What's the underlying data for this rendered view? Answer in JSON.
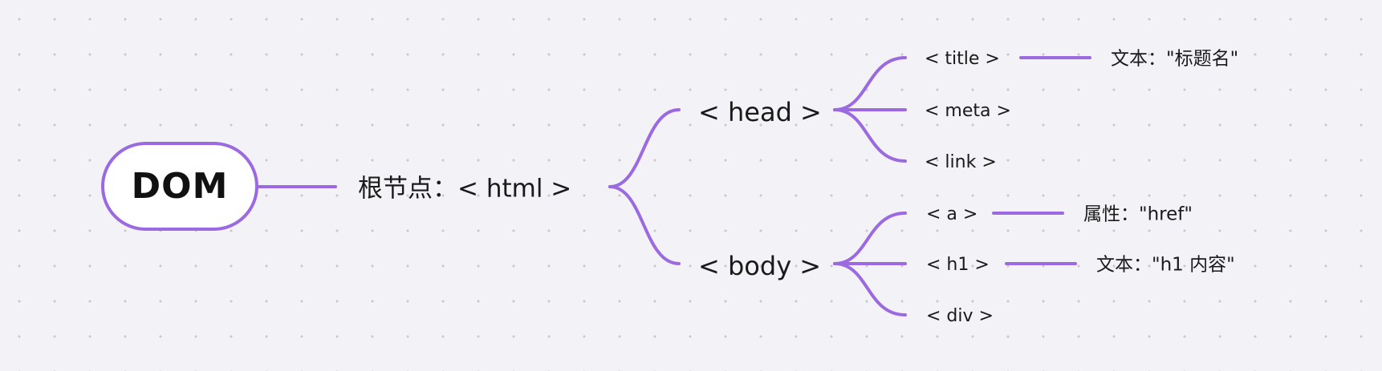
{
  "colors": {
    "branch": "#9b6ae0",
    "background": "#f3f2f6",
    "root_fill": "#ffffff",
    "text": "#1a1a1a"
  },
  "root": {
    "label": "DOM"
  },
  "html_node": {
    "label": "根节点：< html >"
  },
  "head": {
    "label": "< head >",
    "children": [
      {
        "label": "< title >",
        "detail": "文本：\"标题名\""
      },
      {
        "label": "< meta >"
      },
      {
        "label": "< link >"
      }
    ]
  },
  "body": {
    "label": "< body >",
    "children": [
      {
        "label": "< a >",
        "detail": "属性：\"href\""
      },
      {
        "label": "< h1 >",
        "detail": "文本：\"h1 内容\""
      },
      {
        "label": "< div >"
      }
    ]
  }
}
